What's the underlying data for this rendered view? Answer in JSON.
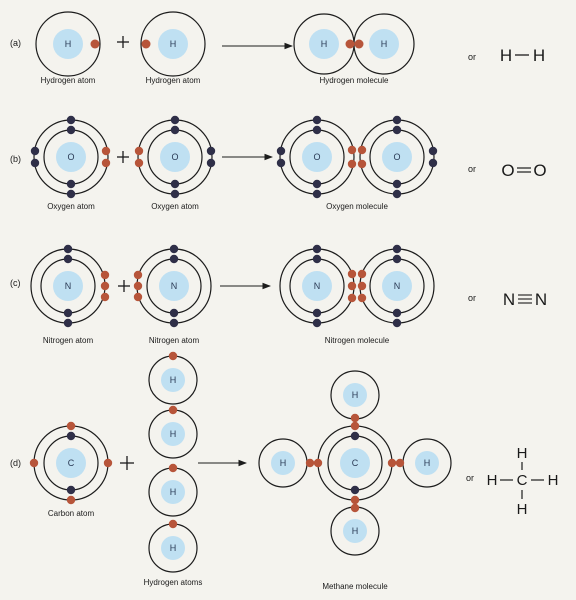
{
  "colors": {
    "background": "#f4f3ee",
    "nucleus": "#bfe0f2",
    "shell": "#1c1c1c",
    "electron_red": "#b7553a",
    "electron_dark": "#2f2f48"
  },
  "icons": {
    "plus": "plus-icon",
    "arrow": "arrow-right-icon"
  },
  "rows": [
    {
      "label": "(a)",
      "reactant1": {
        "symbol": "H",
        "caption": "Hydrogen atom"
      },
      "reactant2": {
        "symbol": "H",
        "caption": "Hydrogen atom"
      },
      "product": {
        "left": "H",
        "right": "H",
        "caption": "Hydrogen molecule"
      },
      "or": "or",
      "formula": {
        "left": "H",
        "right": "H",
        "bond": "single"
      }
    },
    {
      "label": "(b)",
      "reactant1": {
        "symbol": "O",
        "caption": "Oxygen atom"
      },
      "reactant2": {
        "symbol": "O",
        "caption": "Oxygen atom"
      },
      "product": {
        "left": "O",
        "right": "O",
        "caption": "Oxygen molecule"
      },
      "or": "or",
      "formula": {
        "left": "O",
        "right": "O",
        "bond": "double"
      }
    },
    {
      "label": "(c)",
      "reactant1": {
        "symbol": "N",
        "caption": "Nitrogen atom"
      },
      "reactant2": {
        "symbol": "N",
        "caption": "Nitrogen atom"
      },
      "product": {
        "left": "N",
        "right": "N",
        "caption": "Nitrogen molecule"
      },
      "or": "or",
      "formula": {
        "left": "N",
        "right": "N",
        "bond": "triple"
      }
    },
    {
      "label": "(d)",
      "reactant1": {
        "symbol": "C",
        "caption": "Carbon atom"
      },
      "hydrogens": {
        "symbol": "H",
        "caption": "Hydrogen atoms"
      },
      "product": {
        "center": "C",
        "outer": "H",
        "caption": "Methane molecule"
      },
      "or": "or",
      "formula": {
        "center": "C",
        "top": "H",
        "left": "H",
        "right": "H",
        "bottom": "H"
      }
    }
  ]
}
